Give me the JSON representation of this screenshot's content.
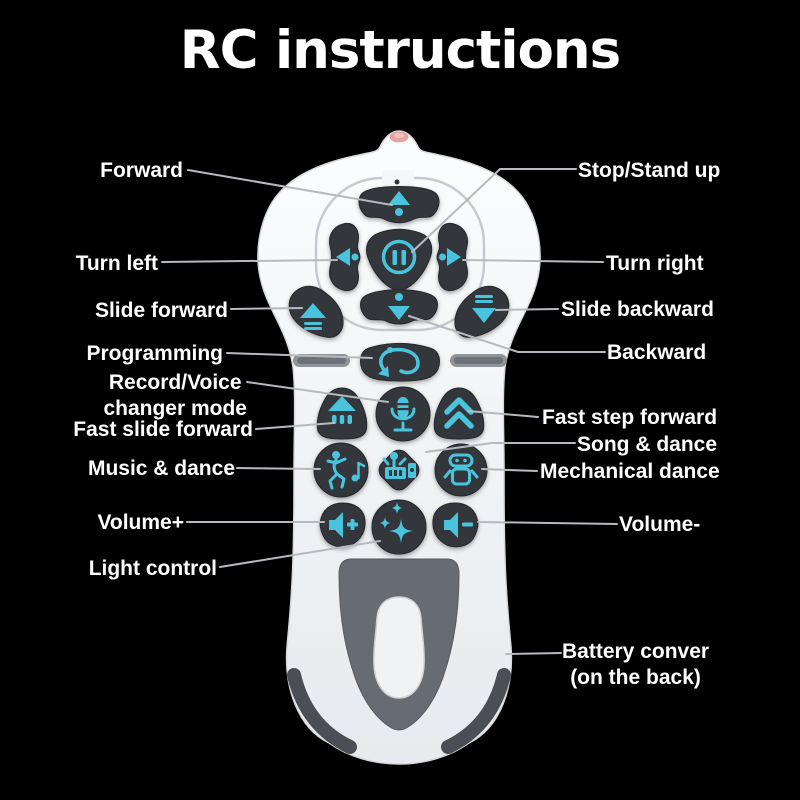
{
  "title": "RC instructions",
  "colors": {
    "background": "#000000",
    "remote_body": "#f2f4f6",
    "button_fill": "#33373c",
    "icon_accent": "#49c4dc",
    "label_text": "#ffffff",
    "leader_line": "#b6bac0",
    "battery_panel": "#676c72",
    "grip_pads": "#4b4f55",
    "led_tip": "#e3a69f"
  },
  "callouts": {
    "forward": "Forward",
    "stop": "Stop/Stand up",
    "turn_left": "Turn left",
    "turn_right": "Turn right",
    "slide_forward": "Slide forward",
    "slide_backward": "Slide backward",
    "programming": "Programming",
    "backward": "Backward",
    "record": "Record/Voice\nchanger mode",
    "fast_step_forward": "Fast step forward",
    "fast_slide_forward": "Fast slide forward",
    "song_dance": "Song & dance",
    "music_dance": "Music & dance",
    "mechanical_dance": "Mechanical dance",
    "volume_up": "Volume+",
    "volume_down": "Volume-",
    "light": "Light control",
    "battery": "Battery conver\n(on the back)"
  },
  "buttons": [
    {
      "name": "forward-button",
      "icon": "up-arrow-icon"
    },
    {
      "name": "stop-button",
      "icon": "pause-icon"
    },
    {
      "name": "turn-left-button",
      "icon": "left-arrow-icon"
    },
    {
      "name": "turn-right-button",
      "icon": "right-arrow-icon"
    },
    {
      "name": "backward-button",
      "icon": "down-arrow-icon"
    },
    {
      "name": "slide-forward-button",
      "icon": "slide-up-icon"
    },
    {
      "name": "slide-backward-button",
      "icon": "slide-down-icon"
    },
    {
      "name": "programming-button",
      "icon": "loop-arrow-icon"
    },
    {
      "name": "record-button",
      "icon": "microphone-icon"
    },
    {
      "name": "fast-slide-forward-button",
      "icon": "fast-up-arrow-icon"
    },
    {
      "name": "fast-step-forward-button",
      "icon": "double-chevron-up-icon"
    },
    {
      "name": "music-dance-button",
      "icon": "dancer-icon"
    },
    {
      "name": "song-dance-button",
      "icon": "dj-icon"
    },
    {
      "name": "mechanical-dance-button",
      "icon": "robot-icon"
    },
    {
      "name": "volume-up-button",
      "icon": "speaker-plus-icon"
    },
    {
      "name": "light-control-button",
      "icon": "sparkle-icon"
    },
    {
      "name": "volume-down-button",
      "icon": "speaker-minus-icon"
    }
  ]
}
